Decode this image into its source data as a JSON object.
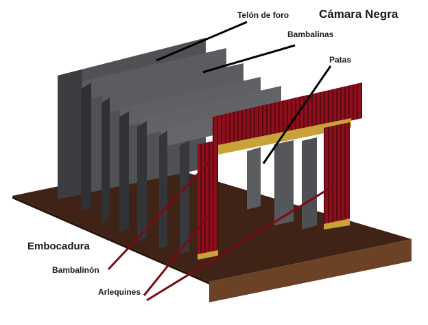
{
  "title": "Cámara Negra",
  "labels": {
    "telon_de_foro": "Telón de foro",
    "bambalinas": "Bambalinas",
    "patas": "Patas",
    "embocadura": "Embocadura",
    "bambalinon": "Bambalinón",
    "arlequines": "Arlequines"
  },
  "colors": {
    "floor_top": "#3f2316",
    "floor_front": "#6b4226",
    "floor_side": "#4e2f1d",
    "black_panel": "#4a4a4e",
    "black_panel_light": "#5b5c60",
    "black_panel_dark": "#2f3033",
    "curtain_red": "#8b0f1c",
    "curtain_red_dark": "#5e0810",
    "gold_trim": "#c9a23a",
    "pointer_black": "#000000",
    "pointer_red": "#7a0a14"
  }
}
